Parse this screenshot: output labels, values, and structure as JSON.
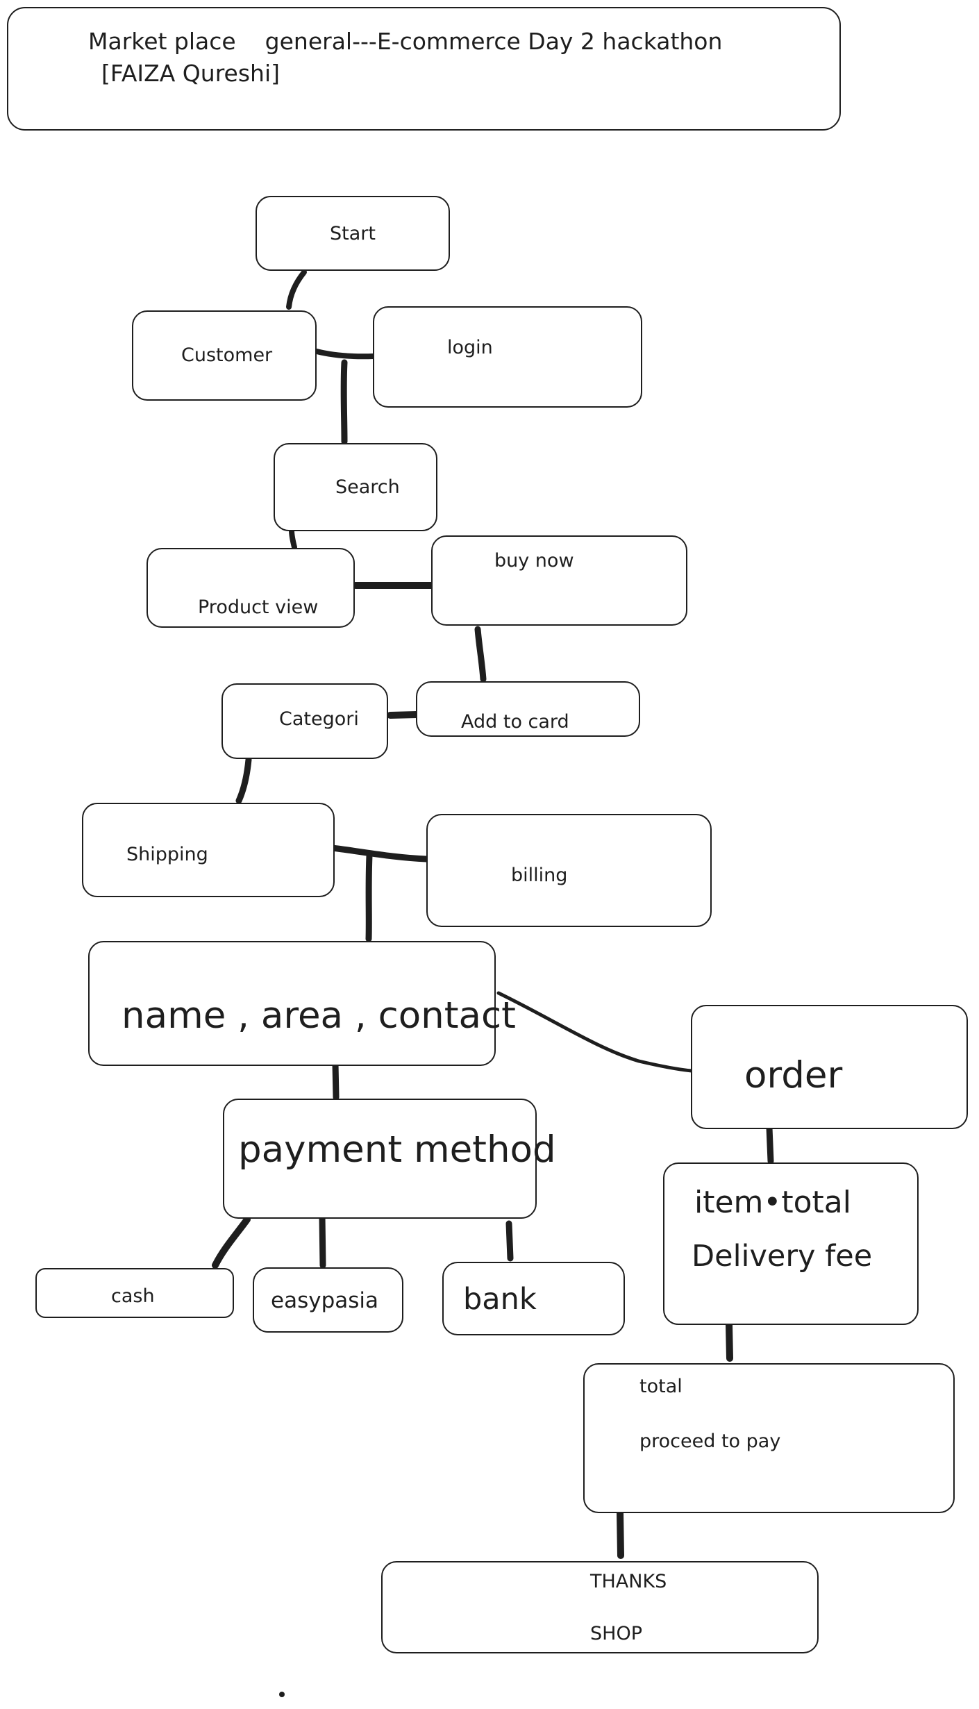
{
  "header": {
    "title": "Market place    general---E-commerce Day 2 hackathon",
    "author": "[FAIZA Qureshi]"
  },
  "nodes": {
    "start": "Start",
    "customer": "Customer",
    "login": "login",
    "search": "Search",
    "product_view": "Product view",
    "buy_now": "buy now",
    "categori": "Categori",
    "add_to_card": "Add to card",
    "shipping": "Shipping",
    "billing": "billing",
    "name_area_contact": "name , area , contact",
    "order": "order",
    "payment_method": "payment method",
    "item_total": "item•total",
    "delivery_fee": "Delivery fee",
    "cash": "cash",
    "easypasia": "easypasia",
    "bank": "bank",
    "total": "total",
    "proceed_to_pay": "proceed to pay",
    "thanks": "THANKS",
    "shop": "SHOP"
  }
}
